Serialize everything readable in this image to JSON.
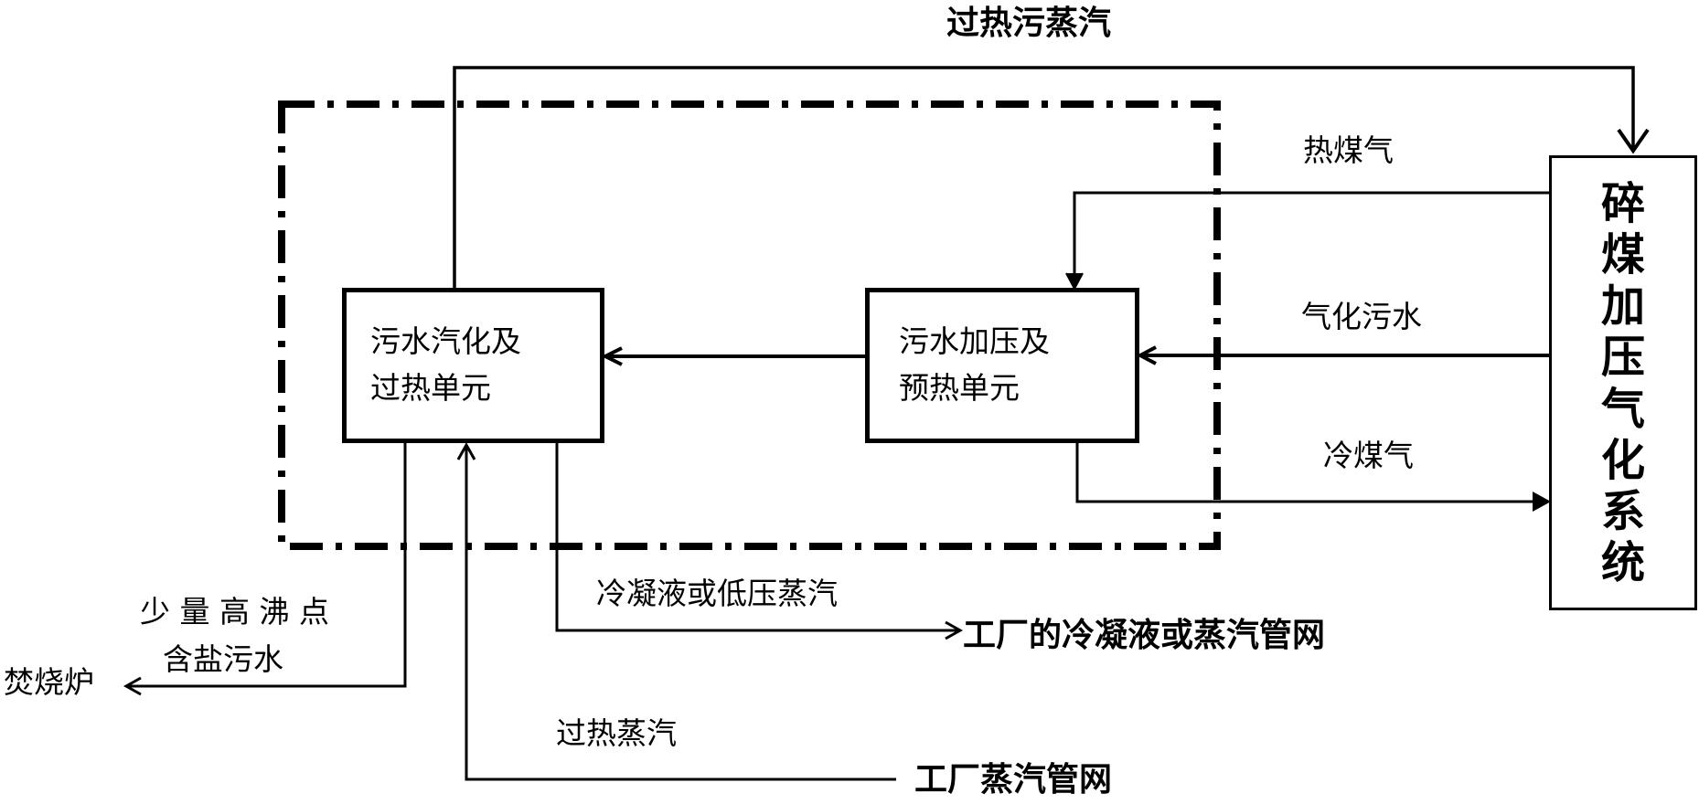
{
  "labels": {
    "superheated_waste_steam": "过热污蒸汽",
    "hot_gas": "热煤气",
    "gasification_wastewater": "气化污水",
    "cold_gas": "冷煤气",
    "condensate_or_lp_steam": "冷凝液或低压蒸汽",
    "plant_condensate_network": "工厂的冷凝液或蒸汽管网",
    "small_amount_high_bp": "少 量 高 沸 点",
    "salty_wastewater": "含盐污水",
    "incinerator": "焚烧炉",
    "superheated_steam": "过热蒸汽",
    "plant_steam_network": "工厂蒸汽管网"
  },
  "units": {
    "vaporization": {
      "line1": "污水汽化及",
      "line2": "过热单元"
    },
    "pressurization": {
      "line1": "污水加压及",
      "line2": "预热单元"
    },
    "gasifier": [
      "碎",
      "煤",
      "加",
      "压",
      "气",
      "化",
      "系",
      "统"
    ]
  }
}
